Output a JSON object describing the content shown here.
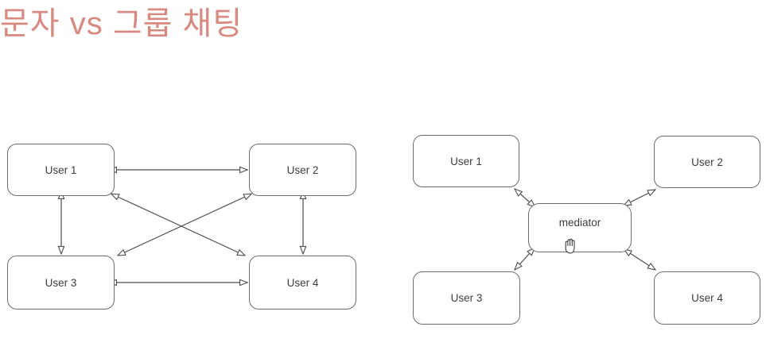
{
  "slide": {
    "title": "문자 vs 그룹 채팅",
    "title_color": "#d98a80",
    "background_color": "#ffffff"
  },
  "diagrams": [
    {
      "id": "mesh",
      "name": "peer-to-peer-mesh",
      "topology": "mesh",
      "nodes": [
        {
          "id": "mesh-user-1",
          "label": "User 1"
        },
        {
          "id": "mesh-user-2",
          "label": "User 2"
        },
        {
          "id": "mesh-user-3",
          "label": "User 3"
        },
        {
          "id": "mesh-user-4",
          "label": "User 4"
        }
      ],
      "edges": [
        {
          "from": "User 1",
          "to": "User 2",
          "style": "bidirectional"
        },
        {
          "from": "User 3",
          "to": "User 4",
          "style": "bidirectional"
        },
        {
          "from": "User 1",
          "to": "User 3",
          "style": "bidirectional"
        },
        {
          "from": "User 2",
          "to": "User 4",
          "style": "bidirectional"
        },
        {
          "from": "User 1",
          "to": "User 4",
          "style": "bidirectional"
        },
        {
          "from": "User 2",
          "to": "User 3",
          "style": "bidirectional"
        }
      ]
    },
    {
      "id": "star",
      "name": "mediator-star",
      "topology": "star",
      "nodes": [
        {
          "id": "star-user-1",
          "label": "User 1"
        },
        {
          "id": "star-user-2",
          "label": "User 2"
        },
        {
          "id": "star-user-3",
          "label": "User 3"
        },
        {
          "id": "star-user-4",
          "label": "User 4"
        },
        {
          "id": "star-mediator",
          "label": "mediator"
        }
      ],
      "edges": [
        {
          "from": "mediator",
          "to": "User 1",
          "style": "bidirectional"
        },
        {
          "from": "mediator",
          "to": "User 2",
          "style": "bidirectional"
        },
        {
          "from": "mediator",
          "to": "User 3",
          "style": "bidirectional"
        },
        {
          "from": "mediator",
          "to": "User 4",
          "style": "bidirectional"
        }
      ]
    }
  ],
  "cursor": {
    "type": "grab-hand-cursor",
    "over": "mediator"
  },
  "style": {
    "node_border_color": "#6b6b6b",
    "node_fill": "#ffffff",
    "edge_color": "#4d4d4d",
    "label_color": "#3c3c3c",
    "arrowhead": "hollow-triangle"
  }
}
